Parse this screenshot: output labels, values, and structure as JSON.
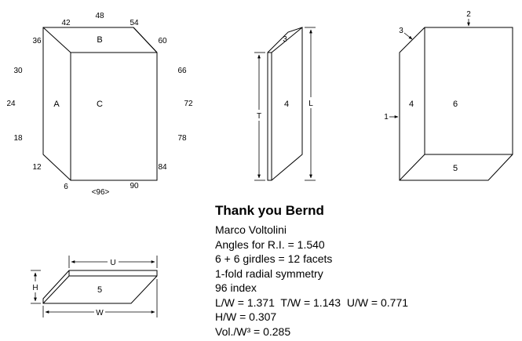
{
  "diagram": {
    "title": "Thank you Bernd",
    "author": "Marco Voltolini",
    "info_lines": [
      "Angles for R.I. = 1.540",
      "6 + 6 girdles = 12 facets",
      "1-fold radial symmetry",
      "96 index",
      "L/W = 1.371  T/W = 1.143  U/W = 0.771",
      "H/W = 0.307",
      "Vol./W³ = 0.285"
    ],
    "index_labels": {
      "i0": "48",
      "i42": "42",
      "i54": "54",
      "i36": "36",
      "i60": "60",
      "i30": "30",
      "i66": "66",
      "i24": "24",
      "i72": "72",
      "i18": "18",
      "i78": "78",
      "i12": "12",
      "i84": "84",
      "i6": "6",
      "i90": "90",
      "i96": "<96>"
    },
    "face_labels": {
      "top_A": "A",
      "top_B": "B",
      "top_C": "C",
      "side_3": "3",
      "side_4": "4",
      "side_T": "T",
      "side_L": "L",
      "persp_2": "2",
      "persp_3": "3",
      "persp_1": "1",
      "persp_4": "4",
      "persp_6": "6",
      "persp_5": "5",
      "bottom_U": "U",
      "bottom_H": "H",
      "bottom_5": "5",
      "bottom_W": "W"
    },
    "colors": {
      "line": "#000000",
      "background": "#ffffff"
    }
  }
}
